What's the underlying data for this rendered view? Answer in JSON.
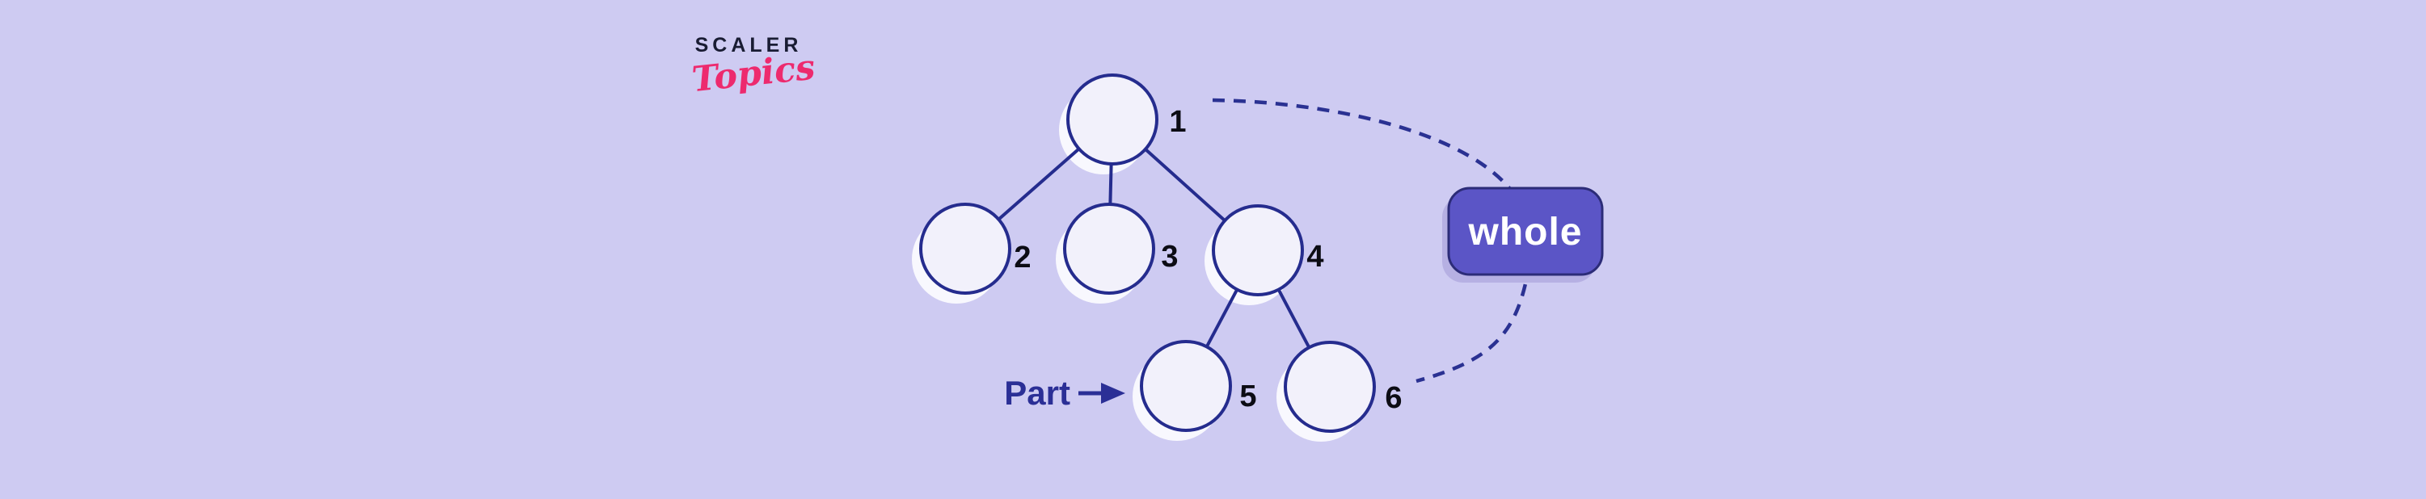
{
  "logo": {
    "brand": "SCALER",
    "product": "Topics"
  },
  "diagram": {
    "type": "tree",
    "nodes": [
      {
        "id": "1",
        "label": "1"
      },
      {
        "id": "2",
        "label": "2"
      },
      {
        "id": "3",
        "label": "3"
      },
      {
        "id": "4",
        "label": "4"
      },
      {
        "id": "5",
        "label": "5"
      },
      {
        "id": "6",
        "label": "6"
      }
    ],
    "edges": [
      "1-2",
      "1-3",
      "1-4",
      "4-5",
      "4-6"
    ],
    "annotations": {
      "part_label": "Part",
      "whole_label": "whole",
      "part_points_to_node": "5",
      "whole_curve_connects": [
        "1",
        "6"
      ]
    }
  },
  "colors": {
    "background": "#cecbf2",
    "node_fill": "#f2f1fb",
    "node_stroke": "#252c8e",
    "node_shadow": "#fdfdff",
    "edge_stroke": "#252c8e",
    "dashed_curve": "#2a3192",
    "badge_fill": "#5b55c6",
    "badge_stroke": "#2c2c78",
    "badge_shadow": "#b6b0e3",
    "badge_text": "#ffffff",
    "part_text": "#2b2f96",
    "node_label_text": "#0c0c14",
    "logo_brand": "#191c33",
    "logo_product": "#ed2a6e"
  }
}
